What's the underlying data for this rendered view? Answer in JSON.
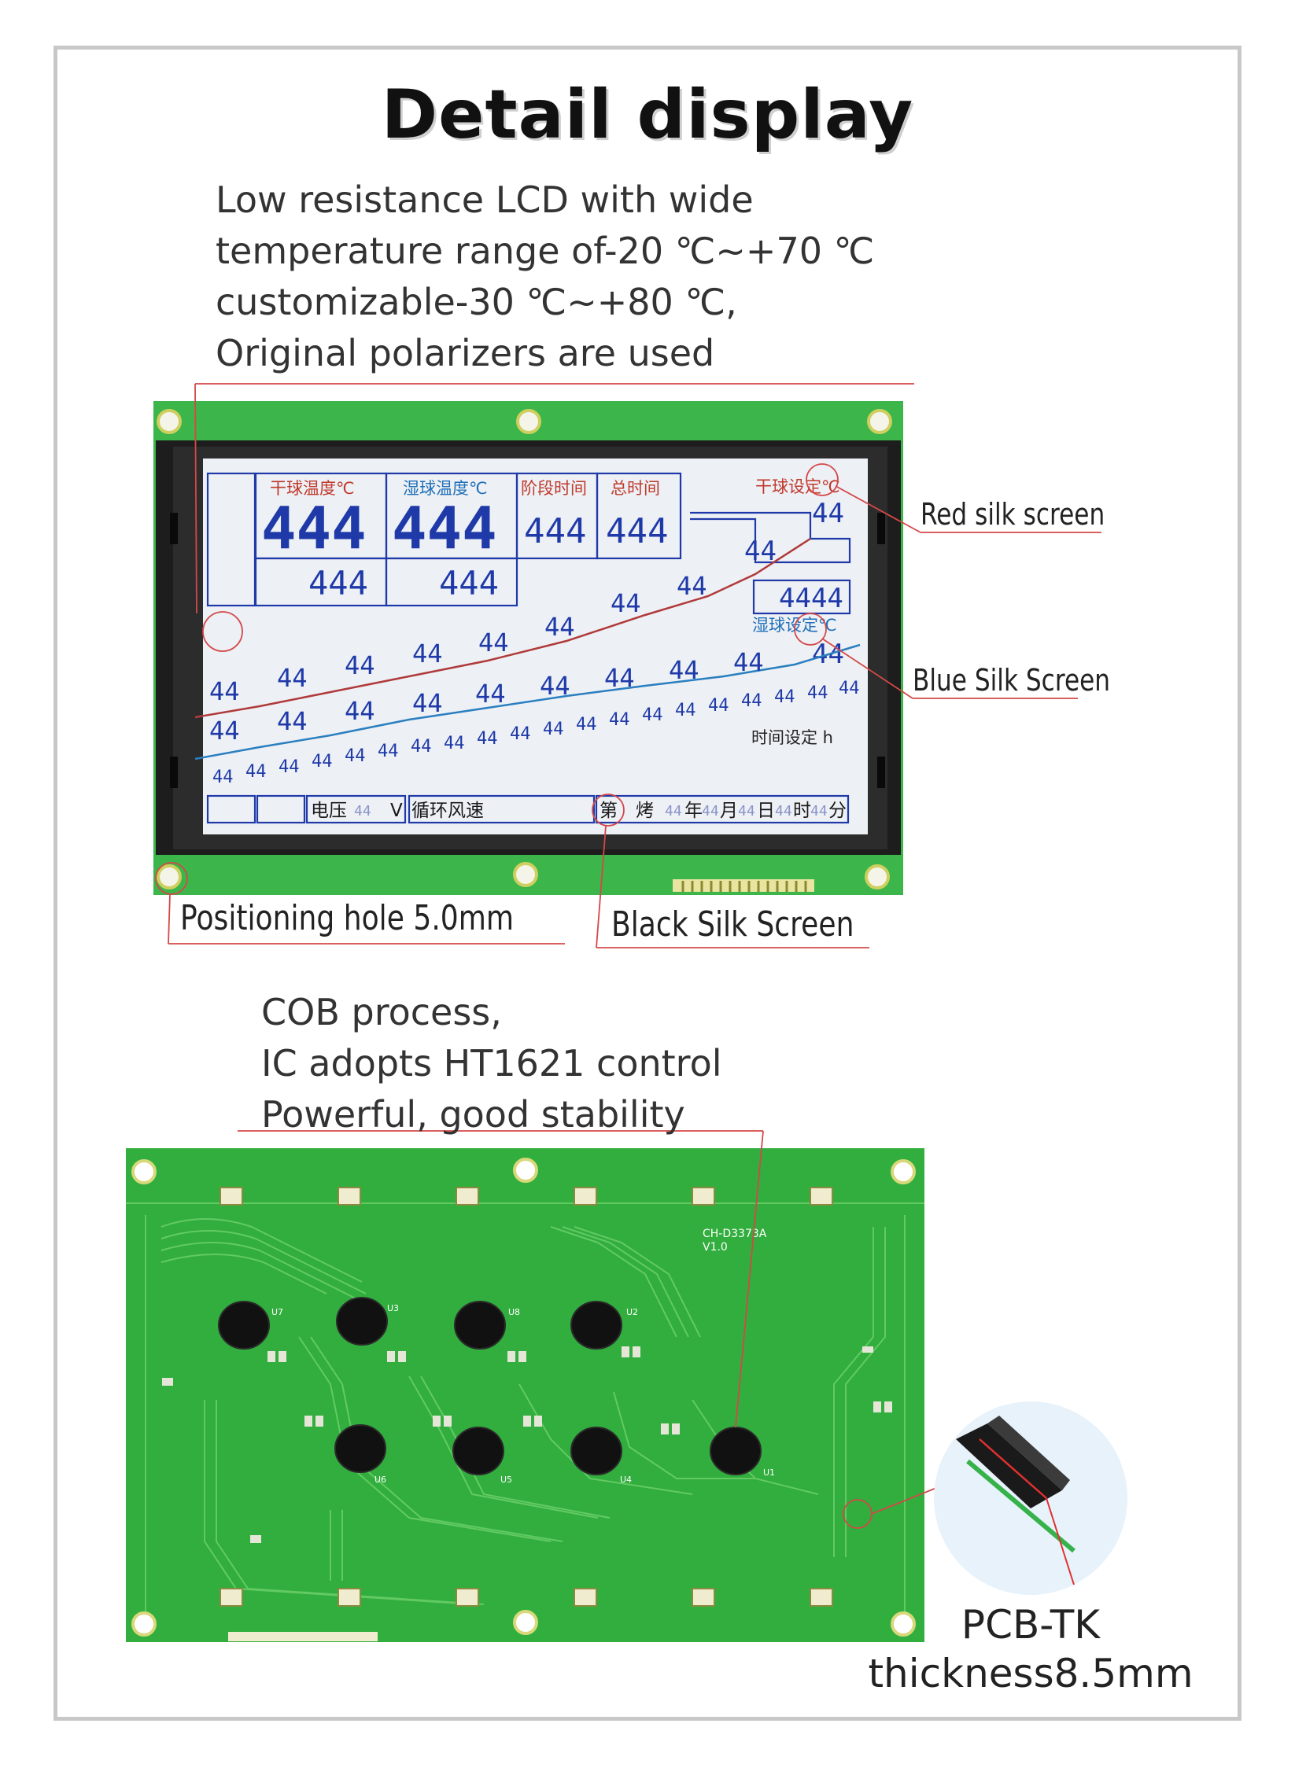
{
  "title": "Detail display",
  "intro": {
    "line1": "Low resistance LCD with wide",
    "line2": "temperature range of-20 ℃~+70 ℃",
    "line3": "customizable-30 ℃~+80 ℃,",
    "line4": "Original polarizers are used"
  },
  "lcd": {
    "headers": {
      "dry_temp": "干球温度℃",
      "wet_temp": "湿球温度℃",
      "stage_time": "阶段时间",
      "total_time": "总时间",
      "dry_set": "干球设定℃",
      "wet_set": "湿球设定℃",
      "time_set": "时间设定 h"
    },
    "big_digits": "444",
    "small_digits": "44",
    "four_digits": "4444",
    "status": {
      "voltage": "电压",
      "voltage_unit": "V",
      "fan": "循环风速",
      "di": "第",
      "bake": "烤",
      "year": "年",
      "month": "月",
      "day": "日",
      "hour": "时",
      "minute": "分"
    }
  },
  "callouts": {
    "red_silk": "Red silk screen",
    "blue_silk": "Blue Silk Screen",
    "positioning": "Positioning hole 5.0mm",
    "black_silk": "Black Silk Screen"
  },
  "cob": {
    "line1": "COB process,",
    "line2": "IC adopts HT1621 control",
    "line3": "Powerful, good stability"
  },
  "pcb": {
    "model": "CH-D3373A",
    "version": "V1.0",
    "ic_labels": [
      "U7",
      "U3",
      "U8",
      "U2",
      "U6",
      "U5",
      "U4",
      "U1"
    ]
  },
  "pcb_note": {
    "line1": "PCB-TK",
    "line2": "thickness8.5mm"
  },
  "colors": {
    "pcb_green": "#2fae3a",
    "lcd_blue": "#1f3aa8",
    "lcd_red": "#c0392b",
    "callout_line": "#d44848"
  }
}
